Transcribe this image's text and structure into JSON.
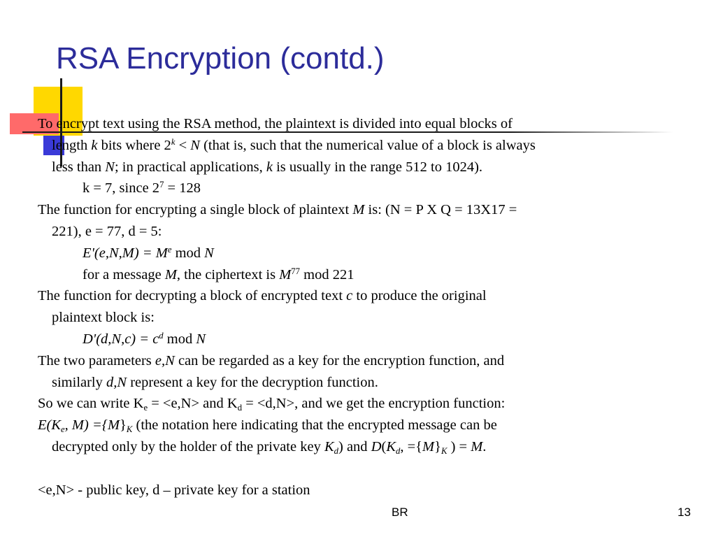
{
  "title": "RSA Encryption (contd.)",
  "footer": {
    "center": "BR",
    "page_number": "13"
  },
  "lines": [
    {
      "indent": 0,
      "segs": [
        [
          "To encrypt text using the RSA method, the plaintext is divided into equal blocks of",
          ""
        ]
      ]
    },
    {
      "indent": 1,
      "segs": [
        [
          "length ",
          ""
        ],
        [
          "k",
          "i"
        ],
        [
          " bits where 2",
          ""
        ],
        [
          "k",
          "supi"
        ],
        [
          " < ",
          ""
        ],
        [
          "N",
          "i"
        ],
        [
          " (that is, such that the numerical value of a block is always",
          ""
        ]
      ]
    },
    {
      "indent": 1,
      "segs": [
        [
          "less than ",
          ""
        ],
        [
          "N",
          "i"
        ],
        [
          "; in practical applications, ",
          ""
        ],
        [
          "k",
          "i"
        ],
        [
          " is usually in the range 512 to 1024).",
          ""
        ]
      ]
    },
    {
      "indent": 2,
      "segs": [
        [
          "k = 7, since 2",
          ""
        ],
        [
          "7",
          "sup"
        ],
        [
          " = 128",
          ""
        ]
      ]
    },
    {
      "indent": 0,
      "segs": [
        [
          "The function for encrypting a single block of plaintext ",
          ""
        ],
        [
          "M",
          "i"
        ],
        [
          " is: (N = P X Q = 13X17 =",
          ""
        ]
      ]
    },
    {
      "indent": 1,
      "segs": [
        [
          "221), e = 77, d = 5:",
          ""
        ]
      ]
    },
    {
      "indent": 2,
      "segs": [
        [
          "E'(e,N,M) = M",
          "i"
        ],
        [
          "e",
          "supi"
        ],
        [
          " mod ",
          ""
        ],
        [
          "N",
          "i"
        ]
      ]
    },
    {
      "indent": 2,
      "segs": [
        [
          "for a message ",
          ""
        ],
        [
          "M",
          "i"
        ],
        [
          ", the ciphertext is ",
          ""
        ],
        [
          "M",
          "i"
        ],
        [
          "77",
          "sup"
        ],
        [
          " mod 221",
          ""
        ]
      ]
    },
    {
      "indent": 0,
      "segs": [
        [
          "The function for decrypting a block of encrypted text ",
          ""
        ],
        [
          "c",
          "i"
        ],
        [
          " to produce the original",
          ""
        ]
      ]
    },
    {
      "indent": 1,
      "segs": [
        [
          "plaintext block is:",
          ""
        ]
      ]
    },
    {
      "indent": 2,
      "segs": [
        [
          "D'(d,N,c) = c",
          "i"
        ],
        [
          "d",
          "supi"
        ],
        [
          " mod ",
          ""
        ],
        [
          "N",
          "i"
        ]
      ]
    },
    {
      "indent": 0,
      "segs": [
        [
          "The two parameters ",
          ""
        ],
        [
          "e,N",
          "i"
        ],
        [
          " can be regarded as a key for the encryption function, and",
          ""
        ]
      ]
    },
    {
      "indent": 1,
      "segs": [
        [
          "similarly ",
          ""
        ],
        [
          "d,N",
          "i"
        ],
        [
          " represent a key for the decryption function.",
          ""
        ]
      ]
    },
    {
      "indent": 0,
      "segs": [
        [
          "So we can write K",
          ""
        ],
        [
          "e",
          "sub"
        ],
        [
          " = <e,N> and K",
          ""
        ],
        [
          "d",
          "sub"
        ],
        [
          " = <d,N>, and we get the encryption function:",
          ""
        ]
      ]
    },
    {
      "indent": 0,
      "segs": [
        [
          "E(K",
          "i"
        ],
        [
          "e",
          "subi"
        ],
        [
          ", M) ={",
          "i"
        ],
        [
          "M",
          "i"
        ],
        [
          "}",
          ""
        ],
        [
          "K",
          "subi"
        ],
        [
          " (the notation here indicating that the encrypted message can be",
          ""
        ]
      ]
    },
    {
      "indent": 1,
      "segs": [
        [
          "decrypted only by the holder of the private key ",
          ""
        ],
        [
          "K",
          "i"
        ],
        [
          "d",
          "subi"
        ],
        [
          ") and ",
          ""
        ],
        [
          "D",
          "i"
        ],
        [
          "(",
          ""
        ],
        [
          "K",
          "i"
        ],
        [
          "d",
          "subi"
        ],
        [
          ", ={",
          ""
        ],
        [
          "M",
          "i"
        ],
        [
          "}",
          ""
        ],
        [
          "K",
          "subi"
        ],
        [
          " ) = ",
          ""
        ],
        [
          "M",
          "i"
        ],
        [
          ".",
          ""
        ]
      ]
    },
    {
      "indent": 0,
      "segs": [
        [
          "",
          ""
        ]
      ]
    },
    {
      "indent": 0,
      "segs": [
        [
          "<e,N> - public key, d – private key for a station",
          ""
        ]
      ]
    }
  ]
}
